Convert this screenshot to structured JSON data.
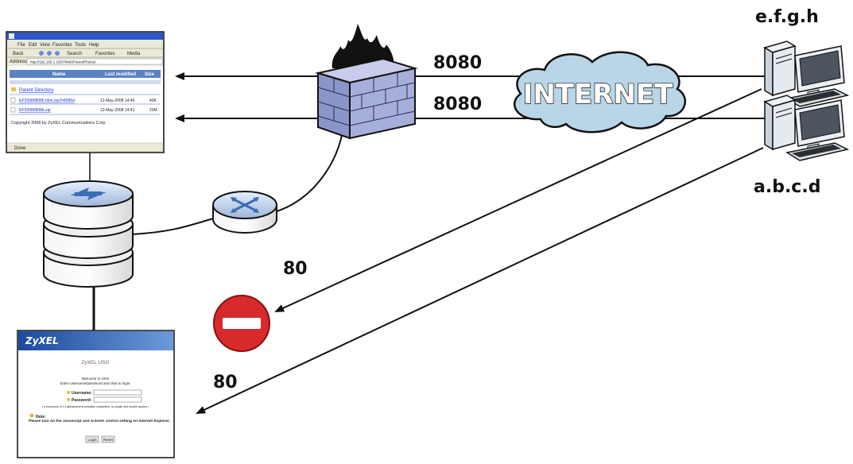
{
  "ports": {
    "top": "8080",
    "second": "8080",
    "blocked": "80",
    "lower": "80"
  },
  "hosts": {
    "upper": "e.f.g.h",
    "lower": "a.b.c.d"
  },
  "cloud_label": "INTERNET",
  "browser": {
    "menu": [
      "File",
      "Edit",
      "View",
      "Favorites",
      "Tools",
      "Help"
    ],
    "toolbar": [
      "Back",
      "Search",
      "Favorites",
      "Media"
    ],
    "address_label": "Address",
    "address_value": "http://192.168.1.1/EP/Web/ParentPhotos/",
    "col_name": "Name",
    "col_modified": "Last modified",
    "col_size": "Size",
    "parent_dir": "Parent Directory",
    "rows": [
      {
        "name": "EP20080808b.html.zip2=8085d",
        "modified": "12-May-2008 14:40",
        "size": "40K"
      },
      {
        "name": "EP20080808b.zip",
        "modified": "12-May-2008 14:41",
        "size": "20M"
      }
    ],
    "copyright": "Copyright 2008 by ZyXEL Communications Corp",
    "status": "Done"
  },
  "login": {
    "brand": "ZyXEL",
    "product": "ZyXEL USG",
    "welcome": "Welcome to USG",
    "instruction": "Enter Username/password and click to login.",
    "username_label": "Username:",
    "password_label": "Password:",
    "hint": "( a maximum of 14 alphanumeric printable characters, no single and double quotes )",
    "note_label": "Note:",
    "note_text": "Please turn on the Javascript and ActiveX control setting on Internet Explorer.",
    "login_button": "Login",
    "reset_button": "Reset"
  },
  "colors": {
    "cloud_fill": "#b9d6e6",
    "browser_titlebar": "#2a56c6",
    "login_header": "#1c4a9e",
    "no_entry": "#d72a2a",
    "firewall_brick": "#9ea8d2"
  }
}
